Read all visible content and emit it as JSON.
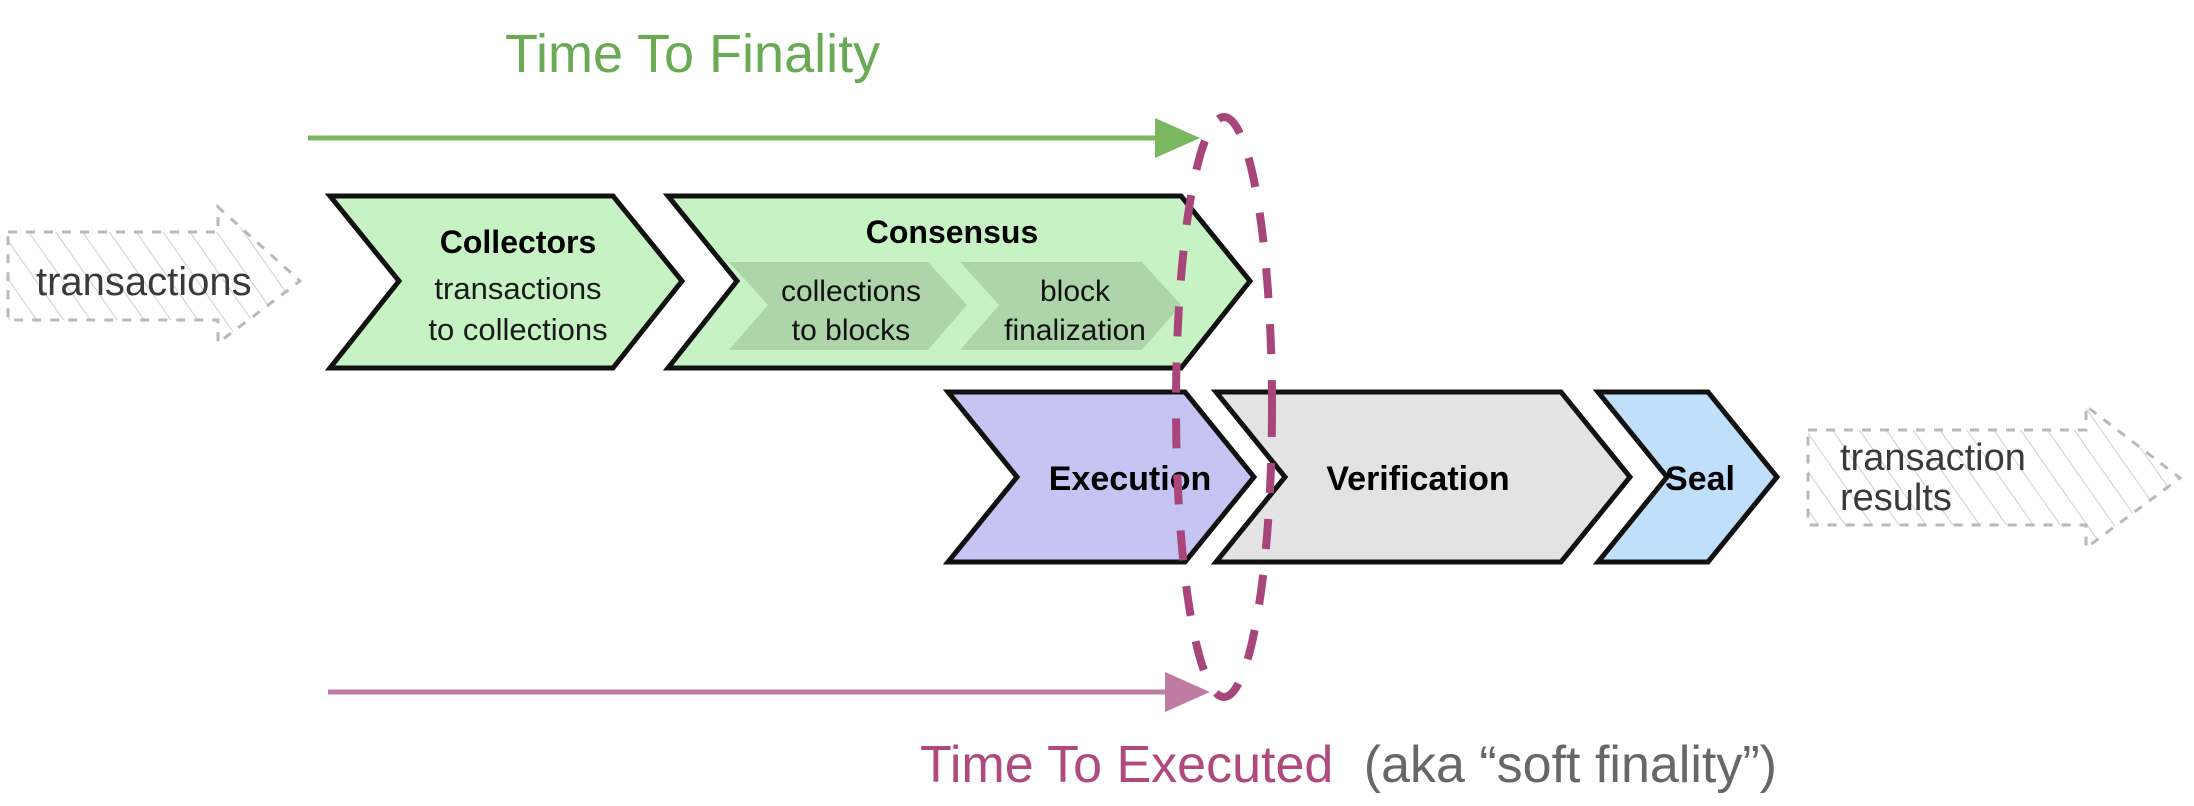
{
  "diagram": {
    "title_top": "Time To Finality",
    "title_bottom_main": "Time To Executed",
    "title_bottom_suffix": "(aka “soft finality”)",
    "input_label": "transactions",
    "output_label_line1": "transaction",
    "output_label_line2": "results",
    "colors": {
      "green_accent": "#6aaa54",
      "purple_accent": "#b04a7e",
      "plum_dash": "#a8457a",
      "chevron_green_fill": "#c7f3c4",
      "chevron_green_inner": "#aed5a9",
      "chevron_purple_fill": "#c6c4f2",
      "chevron_gray_fill": "#e3e3e3",
      "chevron_blue_fill": "#bfdffb",
      "outline": "#111111",
      "ghost_text": "#3a3a3a",
      "suffix_gray": "#676767"
    },
    "top_row": [
      {
        "id": "collectors",
        "title": "Collectors",
        "sub_line1": "transactions",
        "sub_line2": "to collections",
        "fill": "chevron_green_fill"
      },
      {
        "id": "consensus",
        "title": "Consensus",
        "fill": "chevron_green_fill",
        "inner": [
          {
            "id": "collections-to-blocks",
            "line1": "collections",
            "line2": "to blocks"
          },
          {
            "id": "block-finalization",
            "line1": "block",
            "line2": "finalization"
          }
        ]
      }
    ],
    "bottom_row": [
      {
        "id": "execution",
        "title": "Execution",
        "fill": "chevron_purple_fill"
      },
      {
        "id": "verification",
        "title": "Verification",
        "fill": "chevron_gray_fill"
      },
      {
        "id": "seal",
        "title": "Seal",
        "fill": "chevron_blue_fill"
      }
    ],
    "timelines": [
      {
        "id": "time-to-finality-arrow",
        "color": "green_accent"
      },
      {
        "id": "time-to-executed-arrow",
        "color": "purple_accent"
      }
    ],
    "annotation": {
      "id": "finality-boundary-ellipse",
      "style": "dashed",
      "color": "plum_dash"
    }
  }
}
